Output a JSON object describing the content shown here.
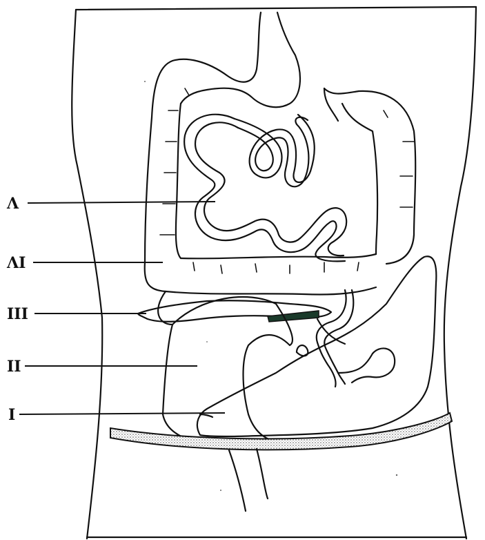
{
  "labels": {
    "v": "Λ",
    "vi": "ΛI",
    "iii": "III",
    "ii": "II",
    "i": "I"
  }
}
